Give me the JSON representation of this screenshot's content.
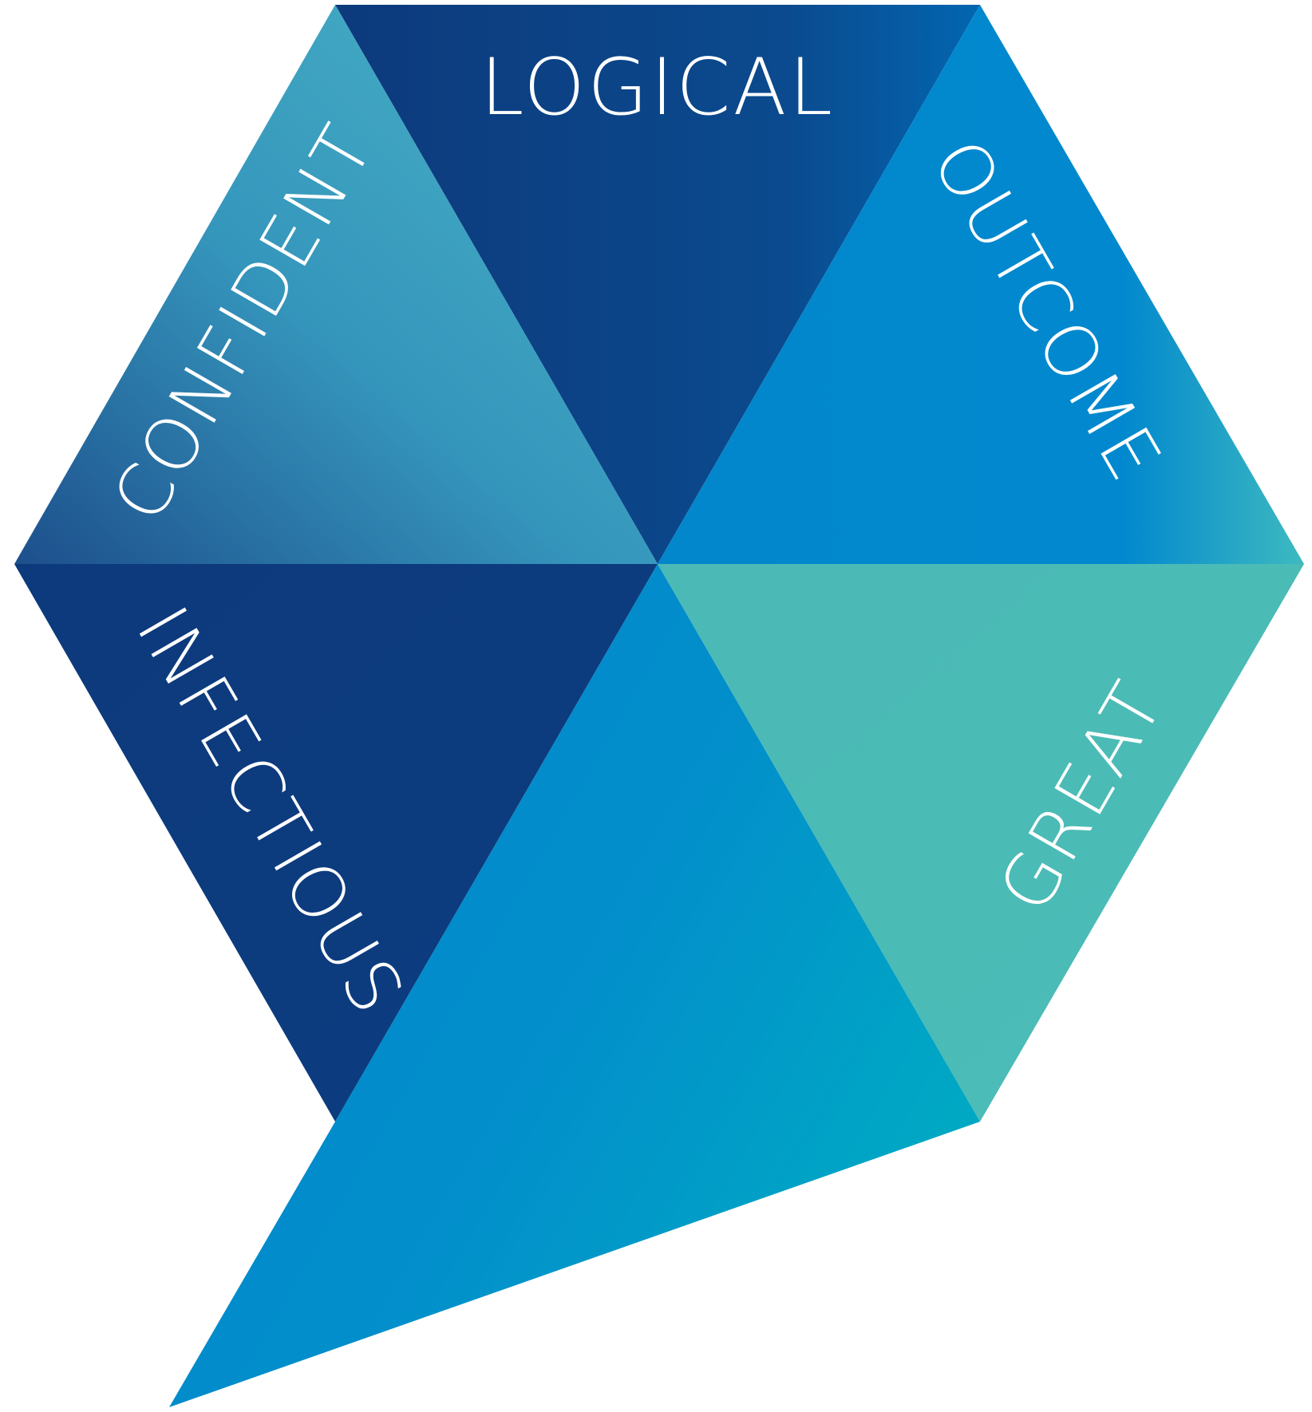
{
  "segments": [
    {
      "id": "logical",
      "label": "LOGICAL",
      "colors": [
        "#0c3a7c",
        "#0b4a8e",
        "#0266b0"
      ]
    },
    {
      "id": "outcome",
      "label": "OUTCOME",
      "colors": [
        "#0287cc",
        "#0288ce",
        "#3dbac0"
      ]
    },
    {
      "id": "confident",
      "label": "CONFIDENT",
      "colors": [
        "#1d4f8c",
        "#3596bc",
        "#4ab3c6"
      ]
    },
    {
      "id": "infectious",
      "label": "INFECTIOUS",
      "colors": [
        "#0d3a7c",
        "#0c3d80"
      ]
    },
    {
      "id": "great",
      "label": "GREAT",
      "colors": [
        "#4bbab6",
        "#4bbcb7"
      ]
    },
    {
      "id": "tail",
      "label": "",
      "colors": [
        "#0082cb",
        "#028fcb",
        "#00a8c4"
      ]
    }
  ]
}
